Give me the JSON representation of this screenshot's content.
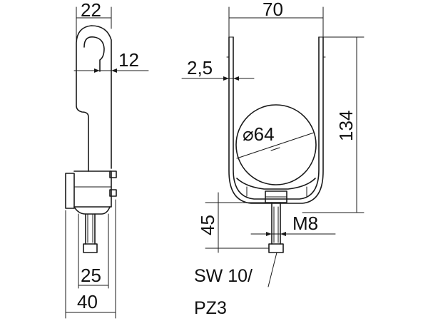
{
  "dimensions": {
    "side_width_top": "22",
    "hook_gap": "12",
    "bolt_width": "25",
    "base_width": "40",
    "clip_width": "70",
    "wall_thickness": "2,5",
    "diameter": "⌀64",
    "height_total": "134",
    "bolt_height": "45",
    "thread": "M8"
  },
  "labels": {
    "wrench": "SW 10/",
    "drive": "PZ3"
  }
}
